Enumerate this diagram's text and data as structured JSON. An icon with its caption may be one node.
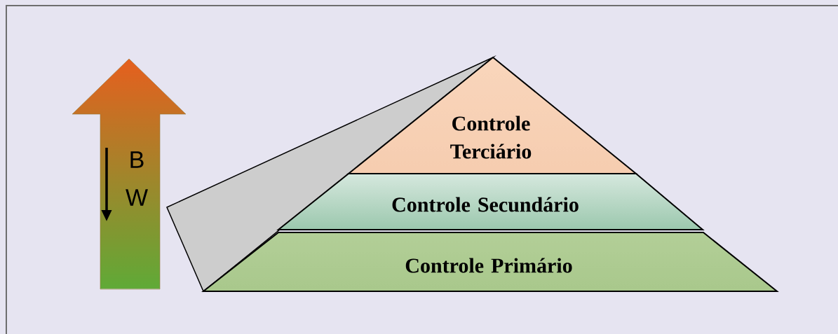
{
  "diagram": {
    "nodes": [
      {
        "text": [
          "Controle Terciário"
        ]
      },
      {
        "text": [
          "Controle Secundário"
        ]
      },
      {
        "text": [
          "Controle Primário"
        ]
      }
    ],
    "labels": [
      "B",
      "W"
    ]
  }
}
